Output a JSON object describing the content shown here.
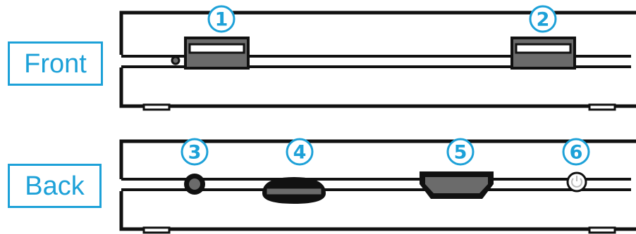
{
  "labels": {
    "front": "Front",
    "back": "Back"
  },
  "callouts": {
    "c1": "1",
    "c2": "2",
    "c3": "3",
    "c4": "4",
    "c5": "5",
    "c6": "6"
  },
  "colors": {
    "accent": "#1da1d8",
    "outline": "#111111",
    "port_fill": "#6b6b6b"
  },
  "icons": {
    "front_ports": [
      "usb-port-icon",
      "usb-port-icon"
    ],
    "back_ports": [
      "audio-jack-icon",
      "sd-card-slot-icon",
      "hdmi-port-icon",
      "power-button-icon"
    ]
  }
}
